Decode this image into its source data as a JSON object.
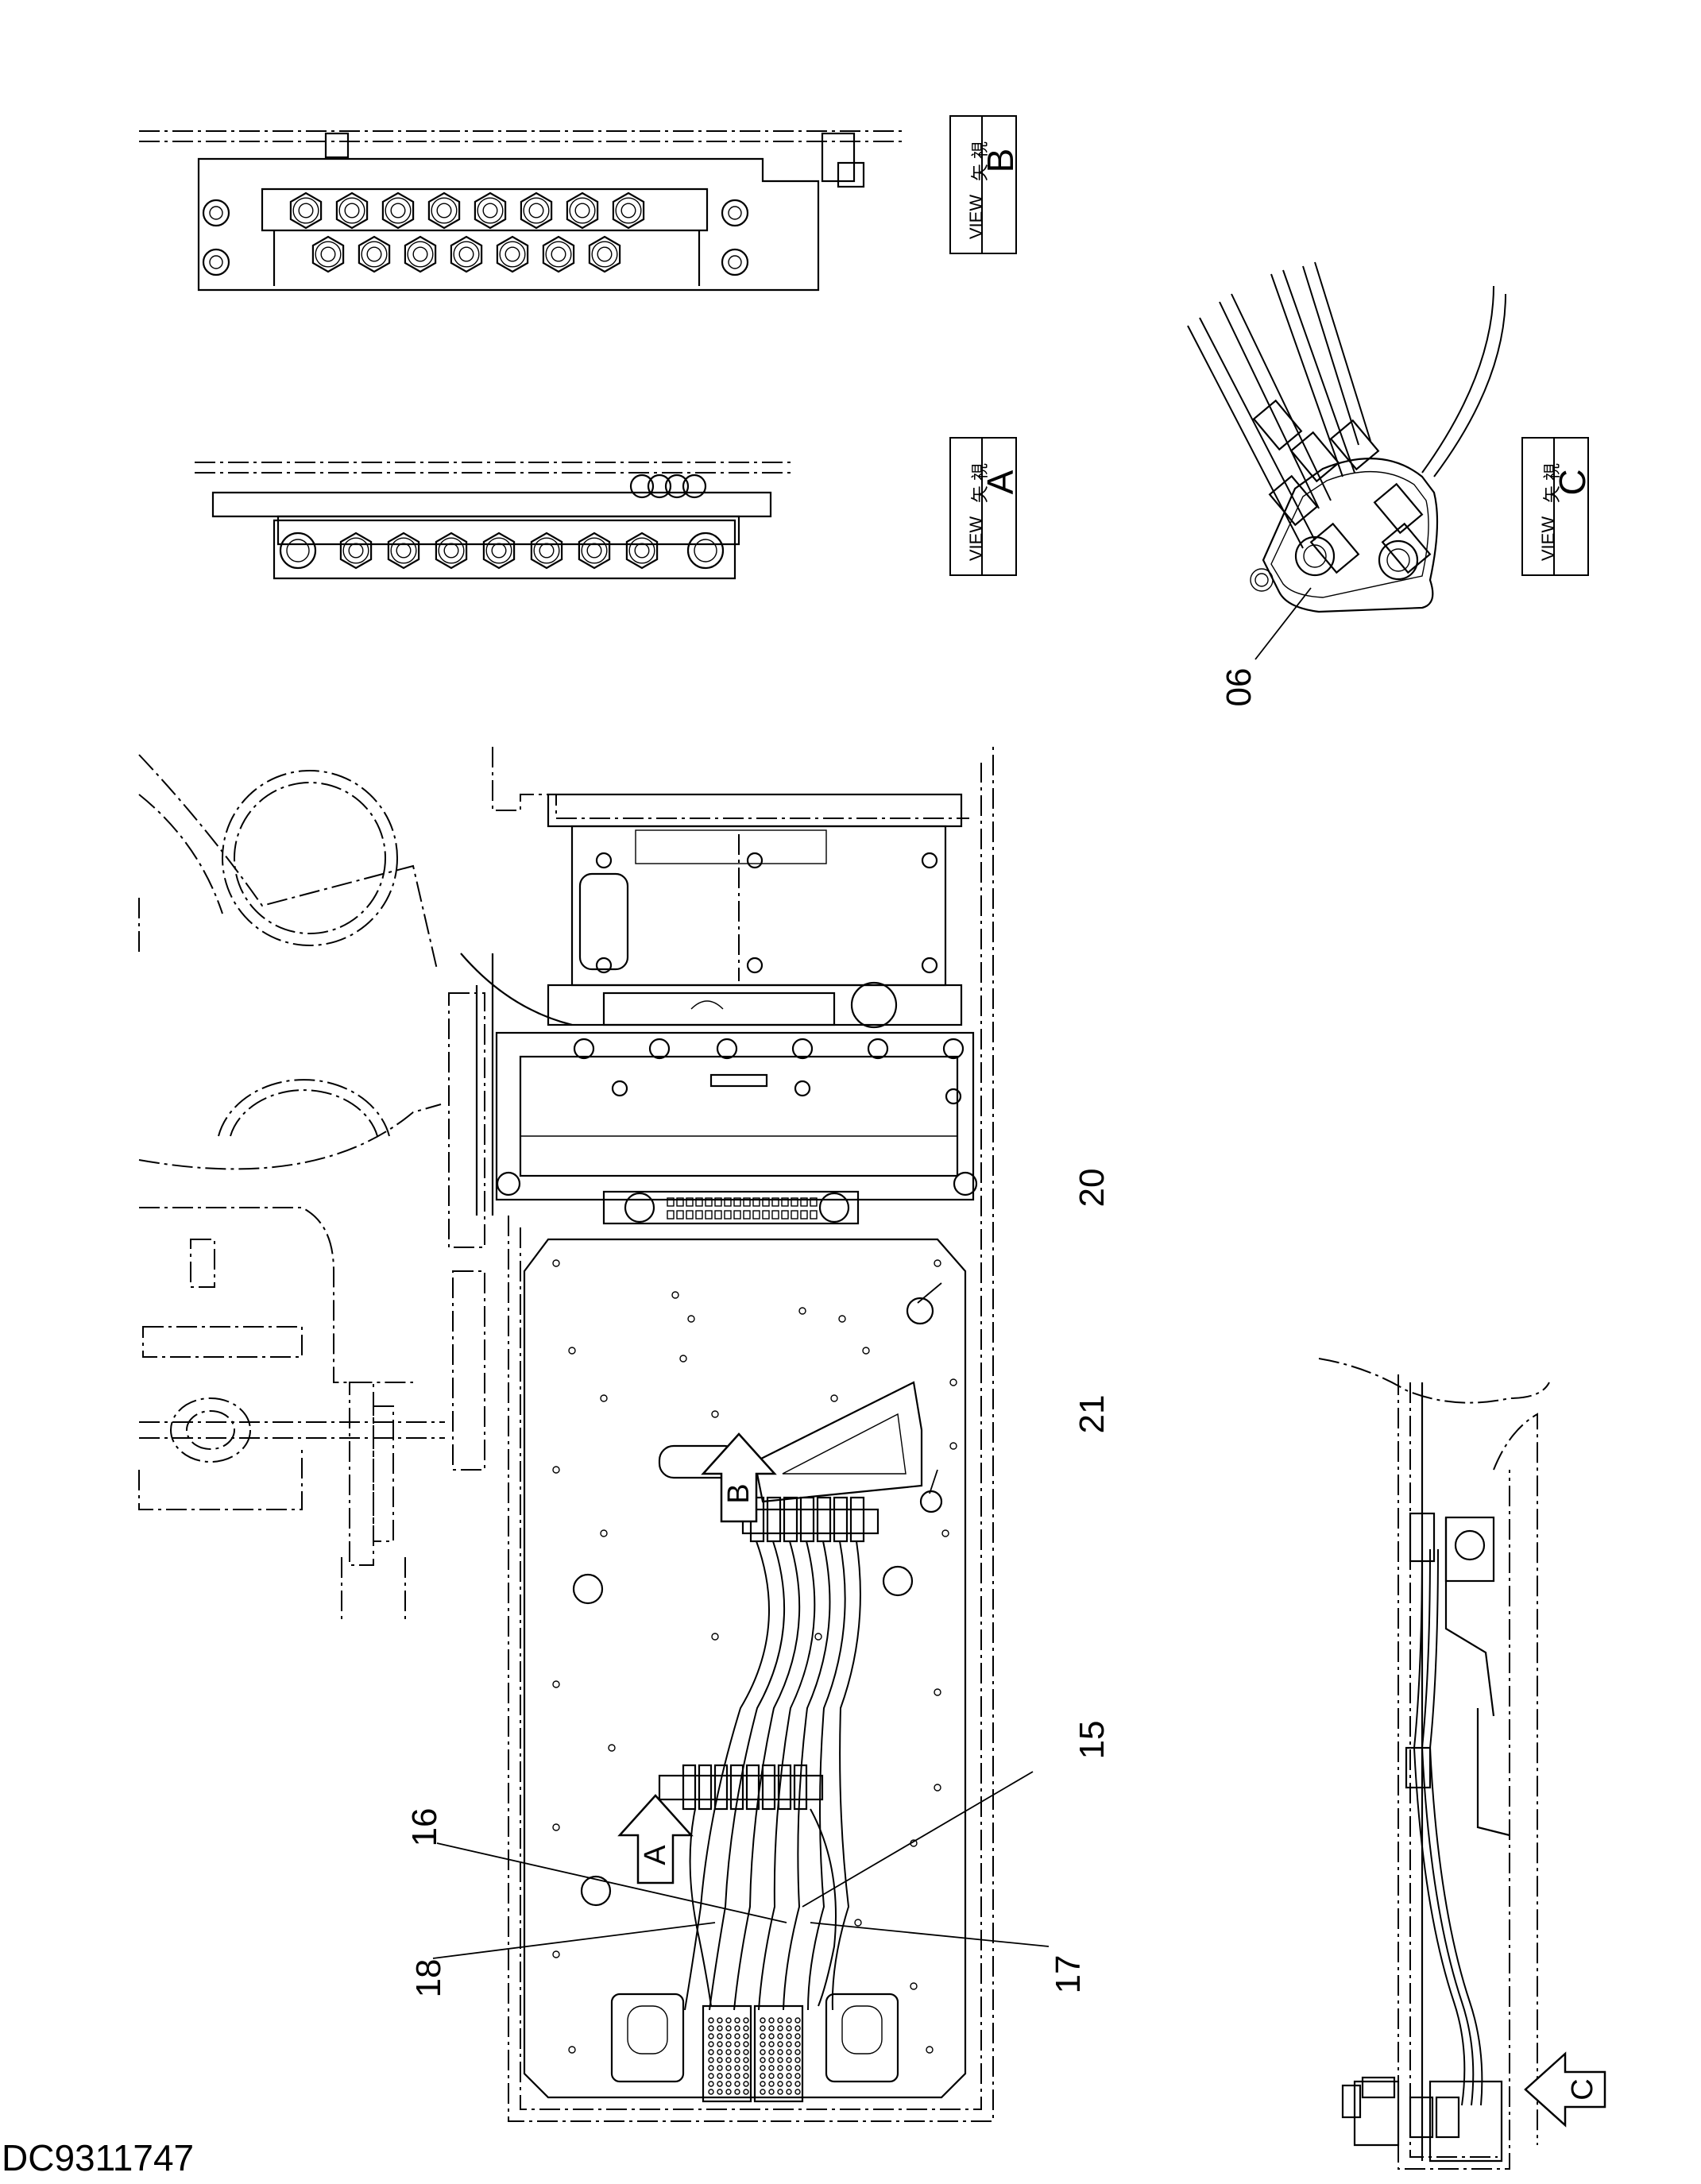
{
  "drawing_number": "DC9311747",
  "view_labels": [
    {
      "id": "view-b",
      "kanji": "矢 視",
      "text": "VIEW",
      "letter": "B"
    },
    {
      "id": "view-a",
      "kanji": "矢 視",
      "text": "VIEW",
      "letter": "A"
    },
    {
      "id": "view-c",
      "kanji": "矢 視",
      "text": "VIEW",
      "letter": "C"
    }
  ],
  "arrow_markers": [
    {
      "id": "arrow-b",
      "letter": "B"
    },
    {
      "id": "arrow-a",
      "letter": "A"
    },
    {
      "id": "arrow-c",
      "letter": "C"
    }
  ],
  "callouts": [
    "06",
    "20",
    "21",
    "15",
    "16",
    "17",
    "18"
  ]
}
